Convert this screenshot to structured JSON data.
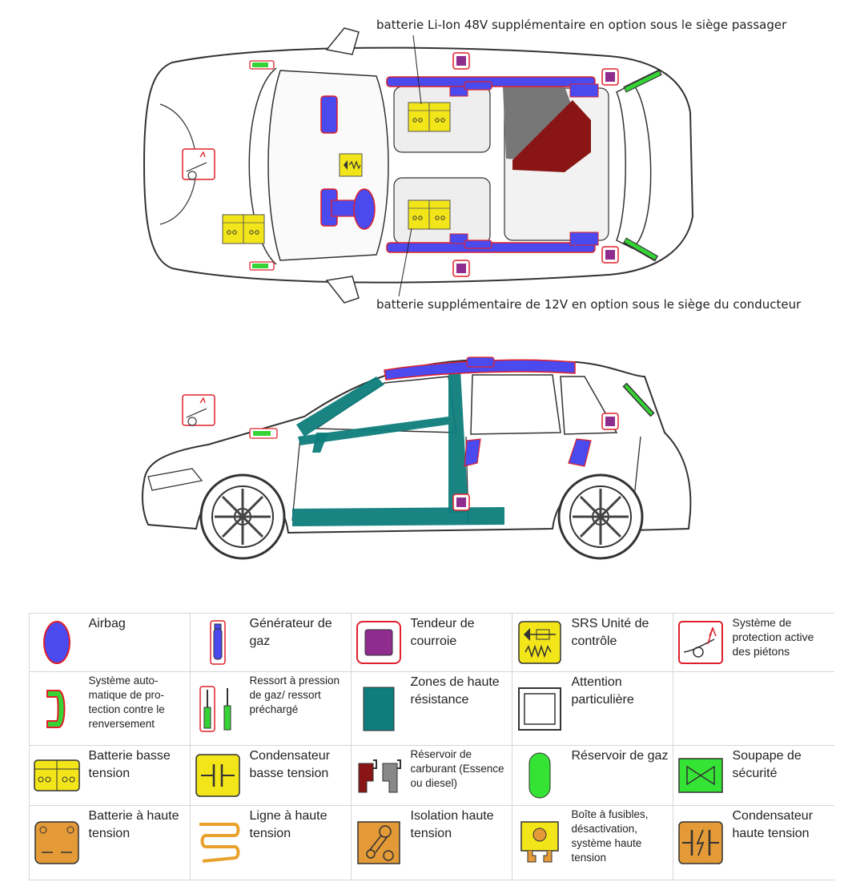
{
  "callouts": {
    "top": "batterie Li-Ion 48V supplémentaire en option sous le siège passager",
    "bottom": "batterie supplémentaire de 12V en option sous le siège du conducteur"
  },
  "colors": {
    "airbag": "#4a4aee",
    "outline_red": "#e0202a",
    "tensioner": "#8e2d8e",
    "gas_spring": "#35d335",
    "high_strength": "#0e7d7c",
    "yellow": "#f2e51a",
    "orange": "#e39a37",
    "fuel": "#8a1515"
  },
  "legend": [
    [
      {
        "icon": "airbag-icon",
        "label": "Airbag",
        "size": "md"
      },
      {
        "icon": "gas-generator-icon",
        "label": "Générateur de gaz",
        "size": "md"
      },
      {
        "icon": "belt-tensioner-icon",
        "label": "Tendeur de courroie",
        "size": "md"
      },
      {
        "icon": "srs-control-unit-icon",
        "label": "SRS Unité de contrôle",
        "size": "md"
      },
      {
        "icon": "pedestrian-protection-icon",
        "label": "Système de protection active des piétons",
        "size": "sm"
      }
    ],
    [
      {
        "icon": "rollover-protection-icon",
        "label": "Système auto-matique de pro-tection contre le renversement",
        "size": "xs"
      },
      {
        "icon": "gas-spring-icon",
        "label": "Ressort à pression de gaz/ ressort préchargé",
        "size": "xs"
      },
      {
        "icon": "high-strength-zone-icon",
        "label": "Zones de haute résistance",
        "size": "md"
      },
      {
        "icon": "special-attention-icon",
        "label": "Attention particulière",
        "size": "md"
      },
      {
        "icon": "",
        "label": "",
        "size": "md"
      }
    ],
    [
      {
        "icon": "low-voltage-battery-icon",
        "label": "Batterie basse tension",
        "size": "md"
      },
      {
        "icon": "low-voltage-capacitor-icon",
        "label": "Condensateur basse tension",
        "size": "md"
      },
      {
        "icon": "fuel-tank-icon",
        "label": "Réservoir de carburant (Essence ou diesel)",
        "size": "xs"
      },
      {
        "icon": "gas-tank-icon",
        "label": "Réservoir de gaz",
        "size": "md"
      },
      {
        "icon": "safety-valve-icon",
        "label": "Soupape de sécurité",
        "size": "md"
      }
    ],
    [
      {
        "icon": "high-voltage-battery-icon",
        "label": "Batterie à haute tension",
        "size": "md"
      },
      {
        "icon": "high-voltage-line-icon",
        "label": "Ligne à haute tension",
        "size": "md"
      },
      {
        "icon": "high-voltage-isolation-icon",
        "label": "Isolation haute tension",
        "size": "md"
      },
      {
        "icon": "fuse-box-icon",
        "label": "Boîte à fusibles, désactivation, système haute tension",
        "size": "xs"
      },
      {
        "icon": "high-voltage-capacitor-icon",
        "label": "Condensateur haute tension",
        "size": "md"
      }
    ]
  ]
}
